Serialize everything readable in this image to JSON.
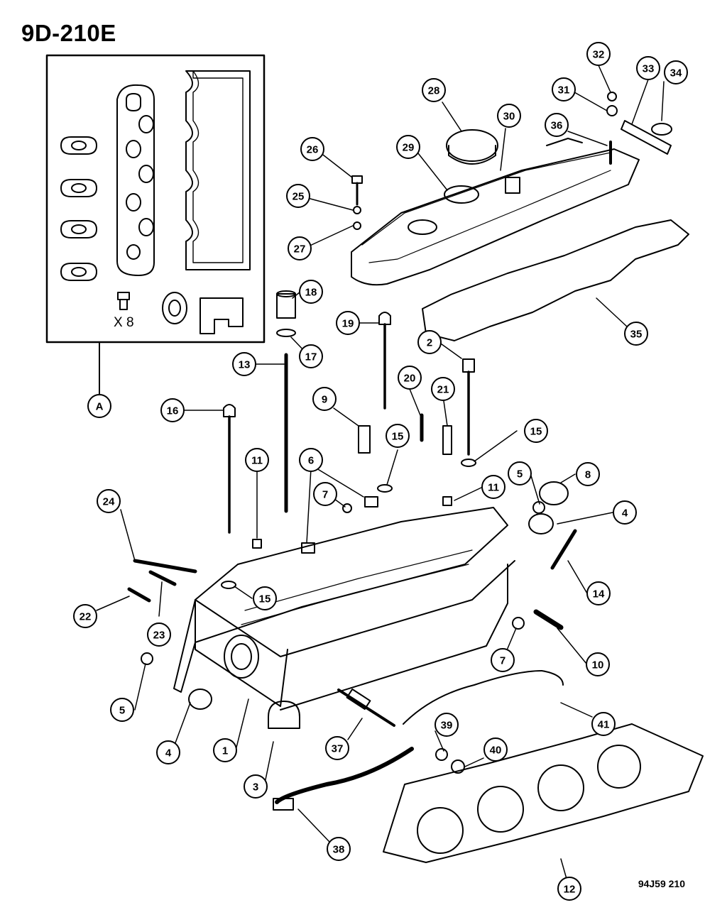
{
  "diagram_code": "9D-210E",
  "figure_code": "94J59 210",
  "kit_label": "A",
  "kit_quantity": "X 8",
  "callouts": [
    {
      "id": "c1",
      "label": "1"
    },
    {
      "id": "c2",
      "label": "2"
    },
    {
      "id": "c3",
      "label": "3"
    },
    {
      "id": "c4a",
      "label": "4"
    },
    {
      "id": "c4b",
      "label": "4"
    },
    {
      "id": "c5a",
      "label": "5"
    },
    {
      "id": "c5b",
      "label": "5"
    },
    {
      "id": "c6",
      "label": "6"
    },
    {
      "id": "c7a",
      "label": "7"
    },
    {
      "id": "c7b",
      "label": "7"
    },
    {
      "id": "c8",
      "label": "8"
    },
    {
      "id": "c9",
      "label": "9"
    },
    {
      "id": "c10",
      "label": "10"
    },
    {
      "id": "c11a",
      "label": "11"
    },
    {
      "id": "c11b",
      "label": "11"
    },
    {
      "id": "c12",
      "label": "12"
    },
    {
      "id": "c13",
      "label": "13"
    },
    {
      "id": "c14",
      "label": "14"
    },
    {
      "id": "c15a",
      "label": "15"
    },
    {
      "id": "c15b",
      "label": "15"
    },
    {
      "id": "c15c",
      "label": "15"
    },
    {
      "id": "c16",
      "label": "16"
    },
    {
      "id": "c17",
      "label": "17"
    },
    {
      "id": "c18",
      "label": "18"
    },
    {
      "id": "c19",
      "label": "19"
    },
    {
      "id": "c20",
      "label": "20"
    },
    {
      "id": "c21",
      "label": "21"
    },
    {
      "id": "c22",
      "label": "22"
    },
    {
      "id": "c23",
      "label": "23"
    },
    {
      "id": "c24",
      "label": "24"
    },
    {
      "id": "c25",
      "label": "25"
    },
    {
      "id": "c26",
      "label": "26"
    },
    {
      "id": "c27",
      "label": "27"
    },
    {
      "id": "c28",
      "label": "28"
    },
    {
      "id": "c29",
      "label": "29"
    },
    {
      "id": "c30",
      "label": "30"
    },
    {
      "id": "c31",
      "label": "31"
    },
    {
      "id": "c32",
      "label": "32"
    },
    {
      "id": "c33",
      "label": "33"
    },
    {
      "id": "c34",
      "label": "34"
    },
    {
      "id": "c35",
      "label": "35"
    },
    {
      "id": "c36",
      "label": "36"
    },
    {
      "id": "c37",
      "label": "37"
    },
    {
      "id": "c38",
      "label": "38"
    },
    {
      "id": "c39",
      "label": "39"
    },
    {
      "id": "c40",
      "label": "40"
    },
    {
      "id": "c41",
      "label": "41"
    }
  ]
}
